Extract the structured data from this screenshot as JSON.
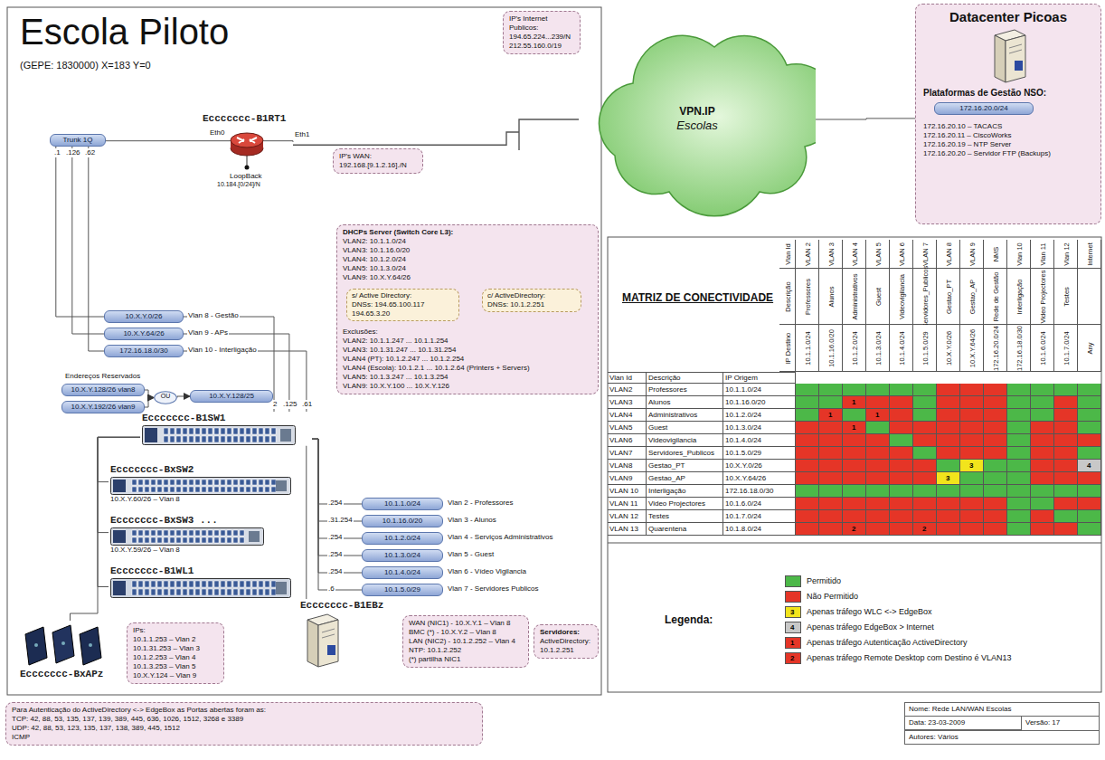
{
  "diagram": {
    "title": "Escola Piloto",
    "nodes": [
      {
        "text": [
          "Eccccccc-B1RT1"
        ]
      },
      {
        "text": [
          "IP's WAN:",
          "192.168.[9.1.2.16]./N"
        ]
      },
      {
        "text": [
          "IP's Internet Publicos:",
          "194.65.224...239/N",
          "212.55.160.0/19"
        ]
      },
      {
        "text": [
          "Trunk 1Q"
        ]
      },
      {
        "text": [
          "VPN.IP",
          "Escolas"
        ]
      },
      {
        "text": [
          "Datacenter Picoas",
          "Plataformas de Gestão NSO:",
          "172.16.20.10 – TACACS",
          "172.16.20.11 – CiscoWorks",
          "172.16.20.19 – NTP Server",
          "172.16.20.20 – Servidor FTP (Backups)"
        ]
      },
      {
        "text": [
          "172.16.20.0/24"
        ],
        "in": 5
      },
      {
        "text": [
          "DHCPs Server (Switch Core L3):",
          "VLAN2: 10.1.1.0/24",
          "VLAN3: 10.1.16.0/20",
          "VLAN4: 10.1.2.0/24",
          "VLAN5: 10.1.3.0/24",
          "VLAN9: 10.X.Y.64/26",
          "Exclusões:",
          "VLAN2: 10.1.1.247 ... 10.1.1.254",
          "VLAN3: 10.1.31.247 ... 10.1.31.254",
          "VLAN4 (PT): 10.1.2.247 ... 10.1.2.254",
          "VLAN4 (Escola): 10.1.2.1 ... 10.1.2.64 (Printers + Servers)",
          "VLAN5: 10.1.3.247 ... 10.1.3.254",
          "VLAN9: 10.X.Y.100 ... 10.X.Y.126"
        ]
      },
      {
        "text": [
          "s/ Active Directory:",
          "DNSs: 194.65.100.117 194.65.3.20"
        ],
        "in": 7
      },
      {
        "text": [
          "c/ ActiveDirectory:",
          "DNSs: 10.1.2.251"
        ],
        "in": 7
      },
      {
        "text": [
          "10.X.Y.0/26"
        ]
      },
      {
        "text": [
          "10.X.Y.64/26"
        ]
      },
      {
        "text": [
          "172.16.18.0/30"
        ]
      },
      {
        "text": [
          "10.X.Y.128/26 vlan8"
        ]
      },
      {
        "text": [
          "10.X.Y.192/26 vlan9"
        ]
      },
      {
        "text": [
          "OU"
        ]
      },
      {
        "text": [
          "10.X.Y.128/25"
        ]
      },
      {
        "text": [
          "Eccccccc-B1SW1"
        ]
      },
      {
        "text": [
          "Eccccccc-BxSW2",
          "10.X.Y.60/26 – Vlan 8"
        ]
      },
      {
        "text": [
          "Eccccccc-BxSW3 ...",
          "10.X.Y.59/26 – Vlan 8"
        ]
      },
      {
        "text": [
          "Eccccccc-B1WL1"
        ]
      },
      {
        "text": [
          "IPs:",
          "10.1.1.253 – Vlan 2",
          "10.1.31.253 – Vlan 3",
          "10.1.2.253 – Vlan 4",
          "10.1.3.253 – Vlan 5",
          "10.X.Y.124 – Vlan 9"
        ]
      },
      {
        "text": [
          "Eccccccc-BxAPz"
        ]
      },
      {
        "text": [
          "Eccccccc-B1EBz"
        ]
      },
      {
        "text": [
          "WAN (NIC1) - 10.X.Y.1 – Vlan 8",
          "BMC (*) - 10.X.Y.2 – Vlan 8",
          "LAN (NIC2) - 10.1.2.252 – Vlan 4",
          "NTP: 10.1.2.252",
          "(*) partilha NIC1"
        ]
      },
      {
        "text": [
          "Servidores:",
          "ActiveDirectory: 10.1.2.251"
        ]
      },
      {
        "text": [
          "10.1.1.0/24"
        ]
      },
      {
        "text": [
          "10.1.16.0/20"
        ]
      },
      {
        "text": [
          "10.1.2.0/24"
        ]
      },
      {
        "text": [
          "10.1.3.0/24"
        ]
      },
      {
        "text": [
          "10.1.4.0/24"
        ]
      },
      {
        "text": [
          "10.1.5.0/29"
        ]
      },
      {
        "text": [
          "Para Autenticação do ActiveDirectory <-> EdgeBox as Portas abertas foram as:",
          "TCP: 42, 88, 53, 135, 137, 139, 389, 445, 636, 1026, 1512, 3268 e 3389",
          "UDP: 42, 88, 53, 123, 135, 137, 138, 389, 445, 1512",
          "ICMP"
        ]
      },
      {
        "text": [
          "Nome: Rede LAN/WAN Escolas",
          "Data: 23-03-2009",
          "Versão: 17",
          "Autores: Vários"
        ]
      }
    ],
    "edges": [
      {
        "from": 0,
        "to": 3,
        "arrow": "none"
      },
      {
        "from": 0,
        "to": 4,
        "arrow": "none"
      },
      {
        "from": 4,
        "to": 5,
        "arrow": "none"
      },
      {
        "from": 3,
        "to": 10,
        "arrow": "none"
      },
      {
        "from": 3,
        "to": 11,
        "arrow": "none"
      },
      {
        "from": 3,
        "to": 12,
        "arrow": "none"
      },
      {
        "from": 10,
        "to": 17,
        "arrow": "none"
      },
      {
        "from": 11,
        "to": 17,
        "arrow": "none"
      },
      {
        "from": 12,
        "to": 17,
        "arrow": "none"
      },
      {
        "from": 13,
        "to": 15,
        "arrow": "to"
      },
      {
        "from": 14,
        "to": 15,
        "arrow": "to"
      },
      {
        "from": 15,
        "to": 16,
        "arrow": "to"
      },
      {
        "from": 17,
        "to": 18,
        "arrow": "none"
      },
      {
        "from": 17,
        "to": 19,
        "arrow": "none"
      },
      {
        "from": 17,
        "to": 20,
        "arrow": "none"
      },
      {
        "from": 17,
        "to": 23,
        "arrow": "none"
      },
      {
        "from": 17,
        "to": 22,
        "arrow": "none"
      },
      {
        "from": 17,
        "to": 26,
        "arrow": "none"
      },
      {
        "from": 17,
        "to": 27,
        "arrow": "none"
      },
      {
        "from": 17,
        "to": 28,
        "arrow": "none"
      },
      {
        "from": 17,
        "to": 29,
        "arrow": "none"
      },
      {
        "from": 17,
        "to": 30,
        "arrow": "none"
      },
      {
        "from": 17,
        "to": 31,
        "arrow": "none"
      }
    ],
    "labels": [
      "(GEPE: 1830000) X=183 Y=0",
      "Eth0",
      "Eth1",
      "LoopBack",
      "10.184.[0/24]/N",
      ".1",
      ".126",
      ".62",
      "Vlan 8 - Gestão",
      "Vlan 9 - APs",
      "Vlan 10 - Interligação",
      "Endereços Reservados",
      "2",
      ".125",
      ".61",
      ".254",
      ".31.254",
      ".254",
      ".254",
      ".254",
      ".6",
      "Vlan 2 - Professores",
      "Vlan 3 - Alunos",
      "Vlan 4 - Serviços Administrativos",
      "Vlan 5 - Guest",
      "Vlan 6 - Vídeo Vigilancia",
      "Vlan 7 - Servidores Publicos",
      "MATRIZ DE CONECTIVIDADE",
      "Vlan Id",
      "Descrição",
      "IP Destino",
      "VLAN 2",
      "VLAN 3",
      "VLAN 4",
      "VLAN 5",
      "VLAN 6",
      "VLAN 7",
      "VLAN 8",
      "VLAN 9",
      "NMS",
      "Vlan 10",
      "Vlan 11",
      "Vlan 12",
      "Internet",
      "Professores",
      "Alunos",
      "Administrativos",
      "Guest",
      "Videovigilancia",
      "Servidores_Publicos",
      "Gestao_PT",
      "Gestao_AP",
      "Rede de Gestão",
      "Interligação",
      "Video Projectores",
      "Testes",
      "10.1.1.0/24",
      "10.1.16.0/20",
      "10.1.2.0/24",
      "10.1.3.0/24",
      "10.1.4.0/24",
      "10.1.5.0/29",
      "10.X.Y.0/26",
      "10.X.Y.64/26",
      "172.16.20.0/24",
      "172.16.18.0/30",
      "10.1.6.0/24",
      "10.1.7.0/24",
      "Any",
      "Vlan Id",
      "Descrição",
      "IP Origem",
      "VLAN2",
      "Professores",
      "10.1.1.0/24",
      "VLAN3",
      "Alunos",
      "10.1.16.0/20",
      "VLAN4",
      "Administrativos",
      "10.1.2.0/24",
      "VLAN5",
      "Guest",
      "10.1.3.0/24",
      "VLAN6",
      "Videovigilancia",
      "10.1.4.0/24",
      "VLAN7",
      "Servidores_Publicos",
      "10.1.5.0/29",
      "VLAN8",
      "Gestao_PT",
      "10.X.Y.0/26",
      "VLAN9",
      "Gestao_AP",
      "10.X.Y.64/26",
      "VLAN 10",
      "Interligação",
      "172.16.18.0/30",
      "VLAN 11",
      "Video Projectores",
      "10.1.6.0/24",
      "VLAN 12",
      "Testes",
      "10.1.7.0/24",
      "VLAN 13",
      "Quarentena",
      "10.1.8.0/24",
      "1",
      "1",
      "1",
      "1",
      "3",
      "3",
      "4",
      "2",
      "2",
      "Legenda:",
      "3",
      "4",
      "1",
      "2"
    ],
    "legend": [
      {
        "text": "Permitido",
        "color": "#4cb848"
      },
      {
        "text": "Não Permitido",
        "color": "#e53527"
      },
      {
        "text": "Apenas tráfego WLC <-> EdgeBox",
        "color": "#f2e41c"
      },
      {
        "text": "Apenas tráfego EdgeBox > Internet",
        "color": "#c8c8c8"
      },
      {
        "text": "Apenas tráfego Autenticação ActiveDirectory",
        "color": "#e53527"
      },
      {
        "text": "Apenas tráfego Remote Desktop com Destino é VLAN13",
        "color": "#e53527"
      }
    ]
  }
}
